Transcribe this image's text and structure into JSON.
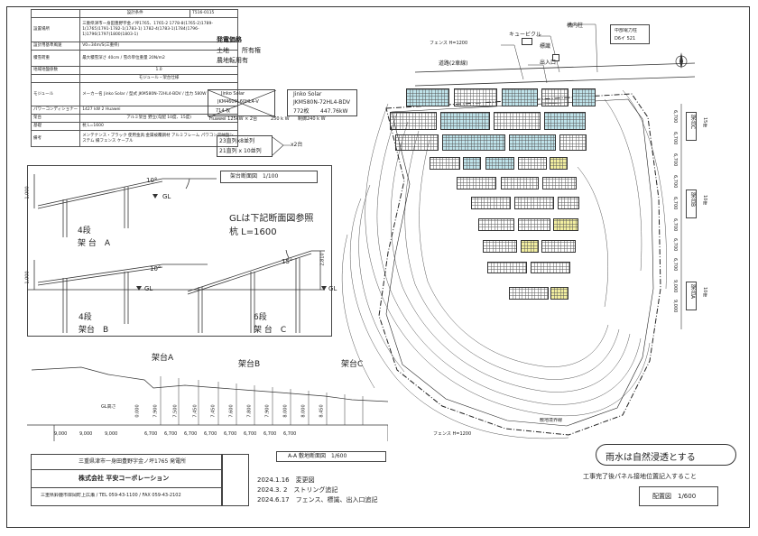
{
  "spec_table": {
    "header_label": "設計条件",
    "doc_no": "T516-0115",
    "rows": [
      {
        "k": "設置場所",
        "v": "三重県津市一身田豊野字金ノ坪1765、1765-2 1778-8(1765-2)1789-1(1765)1791-1782-1(1783-1) 1782-4(1783-1)1784(1796-1)1796(1797)1800(1803-1)"
      },
      {
        "k": "設計用基準風速",
        "v": "V0=34m/S(三重県)"
      },
      {
        "k": "積雪荷重",
        "v": "最大積雪深さ 40cm / 雪の単位重量 20N/m2"
      },
      {
        "k": "地域地盤係数",
        "v": "1.0"
      },
      {
        "k": "",
        "v": "モジュール・架台仕様"
      },
      {
        "k": "モジュール",
        "v": "メーカー名 Jinko Solar / 型式 JKM580N-72HL4-BDV / 出力 580W"
      },
      {
        "k": "パワーコンディショナー",
        "v": "1427 kW 2 Huawei"
      },
      {
        "k": "架台",
        "v": "アルミ架台 野立(勾配 10度、15度)"
      },
      {
        "k": "基礎",
        "v": "杭 L=1600"
      },
      {
        "k": "備考",
        "v": "メンテナンス・ブラック 使用金具:金属被覆鋼材 アルミフレーム パワコン収納盤システム 縁フェンス ケーブル"
      }
    ]
  },
  "power_info": {
    "title": "発電価格",
    "land_label": "土地",
    "land_value": "所有権",
    "farmland_label": "農地転用",
    "farmland_value": "有"
  },
  "module_box": {
    "old_maker": "Jinko Solar",
    "old_model": "JKM460M-60HL4-V",
    "old_count": "714 枚",
    "new_maker": "Jinko Solar",
    "new_model": "JKM580N-72HL4-BDV",
    "new_count": "772枚",
    "new_output": "447.76kW",
    "pcs_text": "Huawei 125kW × 2台",
    "pcs_output": "250 k W",
    "limit_text": "制御240 k W"
  },
  "string_box": {
    "line1": "23直列x8並列",
    "line2": "21直列 x 10並列",
    "total": "x2台"
  },
  "section_title": "架台断面図　1/100",
  "section_notes": {
    "gl_note": "GLは下記断面図参照",
    "pile": "杭 L=1600"
  },
  "frame_a": {
    "angle": "10°",
    "rows": "4段",
    "name": "架 台　A",
    "gl": "GL"
  },
  "frame_b": {
    "angle": "10°",
    "rows": "4段",
    "name": "架台　B",
    "gl": "GL"
  },
  "frame_c": {
    "angle": "15°",
    "rows": "6段",
    "name": "架 台　C",
    "gl": "GL",
    "height": "2,810"
  },
  "dims_small": {
    "a": "1,000",
    "b": "1,000"
  },
  "profile": {
    "labels": [
      "架台A",
      "架台B",
      "架台C"
    ],
    "gl_label": "GL高さ",
    "spacings": [
      "9,000",
      "9,000",
      "9,000",
      "6,700",
      "6,700",
      "6,700",
      "6,700",
      "6,700",
      "6,700",
      "6,700",
      "6,700"
    ],
    "heights": [
      "0.000",
      "7.900",
      "7.500",
      "7.450",
      "7.450",
      "7.600",
      "7.800",
      "7.900",
      "8.000",
      "8.000",
      "8.450"
    ],
    "title": "A-A 敷地断面図　1/600"
  },
  "title_block": {
    "project": "三重県津市一身田豊野字金ノ坪1765 発電所",
    "company": "株式会社 平安コーポレーション",
    "address": "三重県鈴鹿市岸岡町上広瀬 / TEL 059-43-1100 / FAX 059-43-2102",
    "revisions": [
      "2024.1.16　変更図",
      "2024.3. 2　ストリング追記",
      "2024.6.17　フェンス、標識、出入口追記"
    ]
  },
  "notes": {
    "rain": "雨水は自然浸透とする",
    "ground": "工事完了後パネル接地位置記入すること",
    "drawing": "配置図　1/600"
  },
  "plan": {
    "road": "道路(2車線)",
    "entrance": "出入口",
    "cubicle": "キュービクル",
    "sign": "標識",
    "pole": "構内柱",
    "fence_top": "フェンス H=1200",
    "fence_bottom": "フェンス H=1200",
    "boundary": "敷地境界線",
    "power": "中部電力柱",
    "power_no": "D6イ 521",
    "frame_c": "架台C",
    "frame_c_n": "15度",
    "frame_b": "架台B",
    "frame_b_n": "10度",
    "frame_a": "架台A",
    "frame_a_n": "10度",
    "right_dims": [
      "6,700",
      "6,700",
      "6,700",
      "6,700",
      "6,700",
      "6,700",
      "6,700",
      "6,700",
      "9,000",
      "9,000"
    ]
  },
  "colors": {
    "line": "#333333",
    "cyan": "#bfe3ea",
    "yellow": "#f2eea0"
  }
}
